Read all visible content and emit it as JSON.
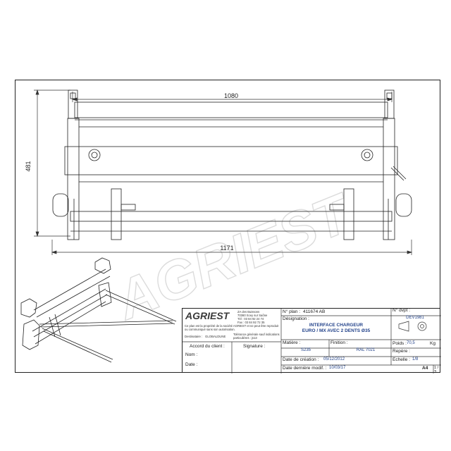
{
  "dimensions": {
    "width": "1080",
    "total_width": "1171",
    "height": "481"
  },
  "watermark": {
    "text": "AGRIEST"
  },
  "title_block": {
    "logo_text": "AGRIEST",
    "company_address": [
      "ZA des Buissons",
      "70360 Scey sur Saône",
      "Tél : 03 84 92 24 74",
      "Fax : 03 84 92 72 35"
    ],
    "property_notice": "Ce plan est la propriété de la société AGRIEST et ne peut être reproduit ou communiqué sans son autorisation.",
    "destinataire_label": "Destinataire :",
    "destinataire_value": "GLOBALDUNE",
    "tolerance_note": "Tolérance générale sauf indications particulières : js13",
    "accord_label": "Accord du client :",
    "nom_label": "Nom :",
    "date_label": "Date :",
    "signature_label": "Signature :",
    "plan_label": "N° plan :",
    "plan_value": "411674 AB",
    "designation_label": "Désignation :",
    "designation_line1": "INTERFACE CHARGEUR",
    "designation_line2": "EURO / MX AVEC 2 DENTS Ø35",
    "devpt_label": "N° dvpt :",
    "devpt_value": "DEV1981",
    "matiere_label": "Matière :",
    "matiere_value": "S235",
    "finition_label": "Finition :",
    "finition_value": "RAL 7021",
    "poids_label": "Poids :",
    "poids_value": "70,5",
    "poids_unit": "Kg",
    "repere_label": "Repère :",
    "creation_label": "Date de création :",
    "creation_value": "05/12/2012",
    "echelle_label": "Echelle :",
    "echelle_value": "1/8",
    "modif_label": "Date dernière modif. :",
    "modif_value": "10/03/17",
    "format_value": "A4",
    "sheet_value": "1 / 3"
  }
}
